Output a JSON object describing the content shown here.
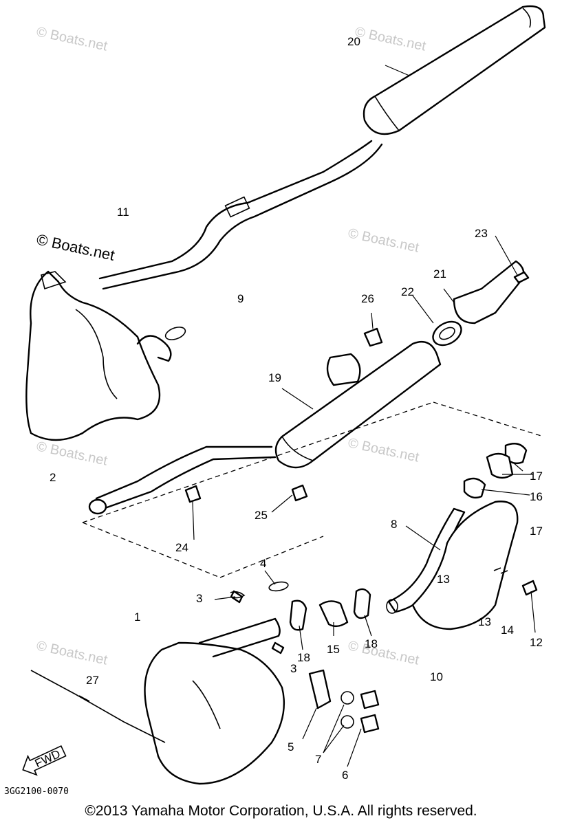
{
  "callouts": [
    "1",
    "2",
    "3",
    "3",
    "4",
    "5",
    "6",
    "7",
    "8",
    "9",
    "10",
    "11",
    "12",
    "13",
    "13",
    "14",
    "15",
    "16",
    "17",
    "17",
    "18",
    "18",
    "19",
    "20",
    "21",
    "22",
    "23",
    "24",
    "25",
    "26",
    "27"
  ],
  "watermark": "© Boats.net",
  "fwd_label": "FWD",
  "diagram_code": "3GG2100-0070",
  "copyright": "©2013 Yamaha Motor Corporation, U.S.A. All rights reserved."
}
